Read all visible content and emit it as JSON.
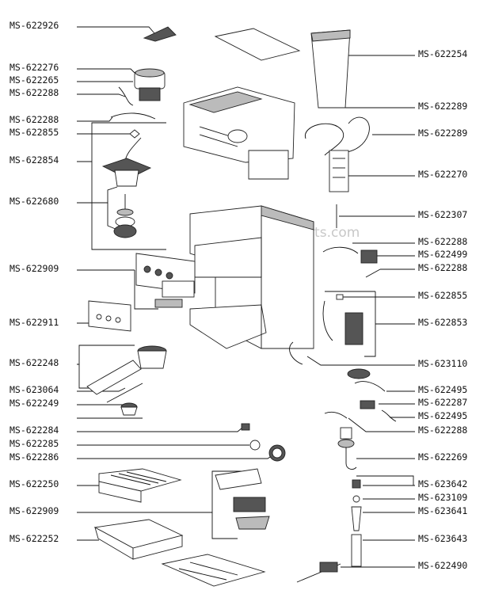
{
  "watermark": "eReplacementParts.com",
  "labels_left": [
    "MS-622926",
    "MS-622276",
    "MS-622265",
    "MS-622288",
    "MS-622288",
    "MS-622855",
    "MS-622854",
    "MS-622680",
    "MS-622909",
    "MS-622911",
    "MS-622248",
    "MS-623064",
    "MS-622249",
    "MS-622284",
    "MS-622285",
    "MS-622286",
    "MS-622250",
    "MS-622909",
    "MS-622252"
  ],
  "labels_right": [
    "MS-622254",
    "MS-622289",
    "MS-622289",
    "MS-622270",
    "MS-622307",
    "MS-622288",
    "MS-622499",
    "MS-622288",
    "MS-622855",
    "MS-622853",
    "MS-623110",
    "MS-622495",
    "MS-622287",
    "MS-622495",
    "MS-622288",
    "MS-622269",
    "MS-623642",
    "MS-623109",
    "MS-623641",
    "MS-623643",
    "MS-622490"
  ]
}
